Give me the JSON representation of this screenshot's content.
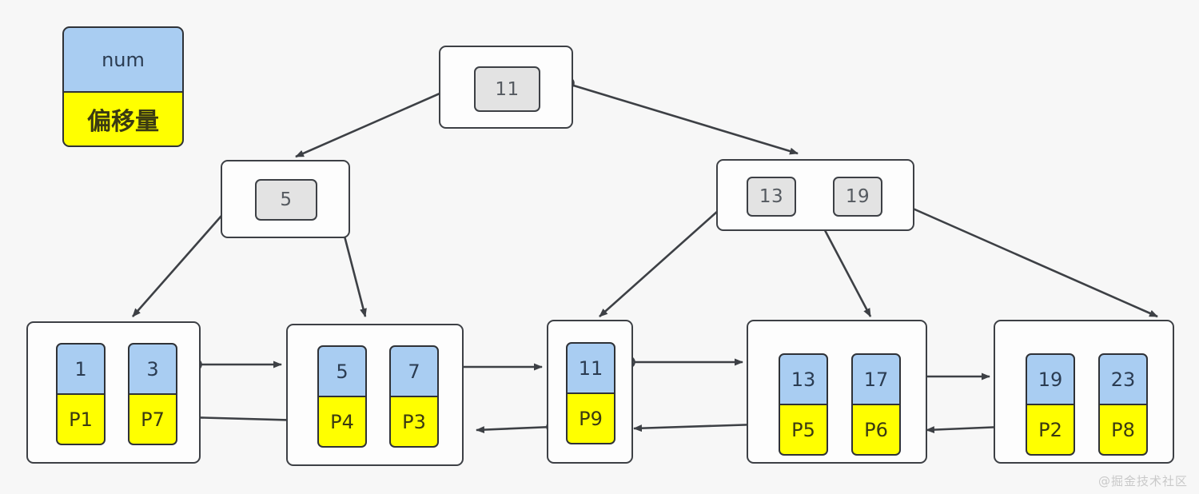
{
  "diagram": {
    "title": "B+ Tree structure diagram",
    "background_color": "#f7f7f7",
    "stroke_color": "#3d4045",
    "key_cell_color": "#e3e3e3",
    "num_color": "#a9cdf2",
    "offset_color": "#ffff00"
  },
  "legend": {
    "num_label": "num",
    "offset_label": "偏移量"
  },
  "root": {
    "keys": [
      "11"
    ],
    "pointer_count": 2
  },
  "internal_nodes": [
    {
      "keys": [
        "5"
      ],
      "pointer_count": 2
    },
    {
      "keys": [
        "13",
        "19"
      ],
      "pointer_count": 3
    }
  ],
  "leaves": [
    {
      "entries": [
        {
          "num": "1",
          "offset": "P1"
        },
        {
          "num": "3",
          "offset": "P7"
        }
      ]
    },
    {
      "entries": [
        {
          "num": "5",
          "offset": "P4"
        },
        {
          "num": "7",
          "offset": "P3"
        }
      ]
    },
    {
      "entries": [
        {
          "num": "11",
          "offset": "P9"
        }
      ]
    },
    {
      "entries": [
        {
          "num": "13",
          "offset": "P5"
        },
        {
          "num": "17",
          "offset": "P6"
        }
      ]
    },
    {
      "entries": [
        {
          "num": "19",
          "offset": "P2"
        },
        {
          "num": "23",
          "offset": "P8"
        }
      ]
    }
  ],
  "watermark": "@掘金技术社区"
}
